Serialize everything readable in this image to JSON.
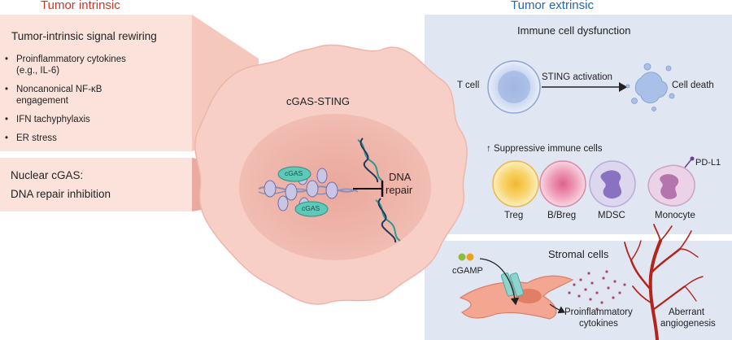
{
  "headers": {
    "left": "Tumor intrinsic",
    "right": "Tumor extrinsic"
  },
  "intrinsic": {
    "title": "Tumor-intrinsic signal rewiring",
    "bullets": [
      "Proinflammatory cytokines\n(e.g., IL-6)",
      "Noncanonical NF-κB\nengagement",
      "IFN tachyphylaxis",
      "ER stress"
    ]
  },
  "nuclear": {
    "line1": "Nuclear cGAS:",
    "line2": "DNA repair inhibition"
  },
  "cell": {
    "label": "cGAS-STING",
    "cgas_top": "cGAS",
    "cgas_bottom": "cGAS",
    "dna_repair_1": "DNA",
    "dna_repair_2": "repair"
  },
  "immune": {
    "title": "Immune cell dysfunction",
    "tcell": "T cell",
    "activation": "STING activation",
    "death": "Cell death",
    "suppressive": "↑ Suppressive immune cells",
    "cells": [
      "Treg",
      "B/Breg",
      "MDSC",
      "Monocyte"
    ],
    "pdl1": "PD-L1"
  },
  "stromal": {
    "title": "Stromal cells",
    "cgamp": "cGAMP",
    "cytokines_1": "Proinflammatory",
    "cytokines_2": "cytokines",
    "angio_1": "Aberrant",
    "angio_2": "angiogenesis"
  },
  "colors": {
    "intrinsic_red": "#c0392b",
    "extrinsic_blue": "#2866a8",
    "panel_blue": "#e1e6f3",
    "tumor_pink": "#f7cfc7",
    "vessel_red": "#b3241b"
  }
}
